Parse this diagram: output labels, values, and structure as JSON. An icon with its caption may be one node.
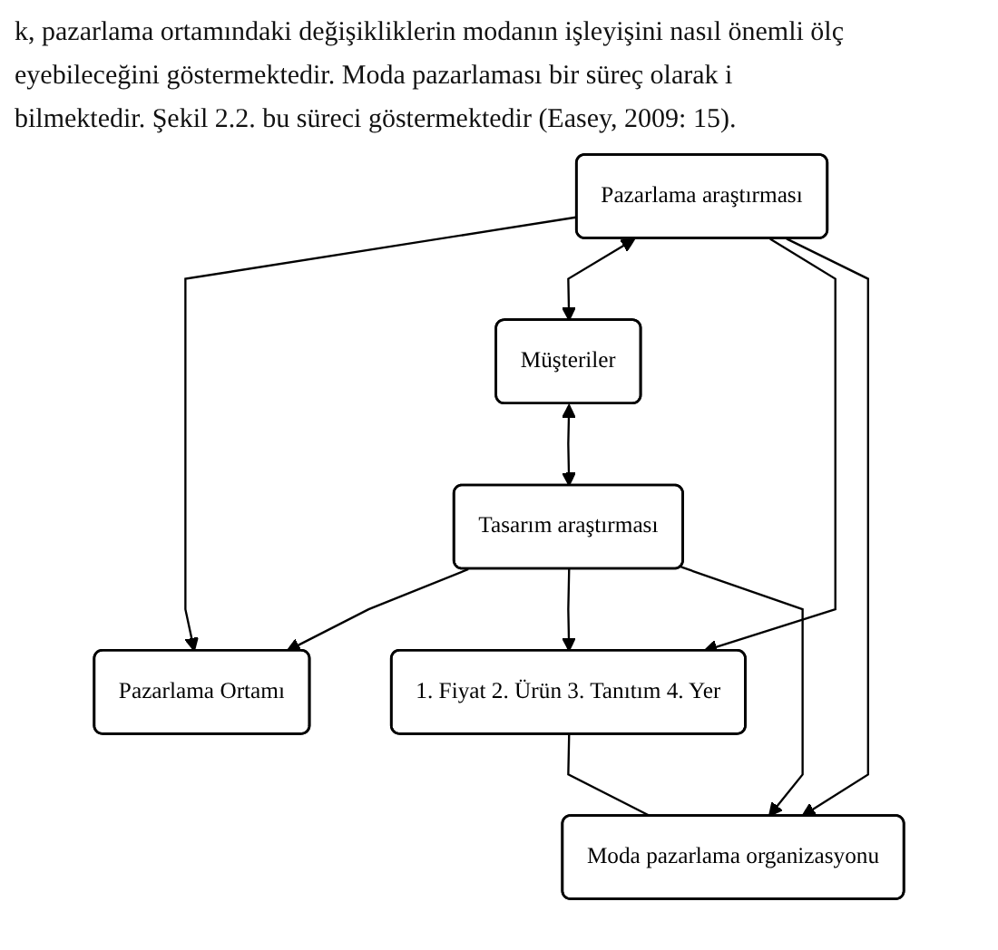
{
  "diagram": {
    "nodes": [
      {
        "text": [
          "Pazarlama Ortamı"
        ]
      },
      {
        "text": [
          "Pazarlama araştırması"
        ]
      },
      {
        "text": [
          "Müşteriler"
        ]
      },
      {
        "text": [
          "Tasarım araştırması"
        ]
      },
      {
        "text": [
          "1. Fiyat 2. Ürün 3. Tanıtım 4. Yer"
        ]
      },
      {
        "text": [
          "Moda pazarlama organizasyonu"
        ]
      }
    ],
    "edges": [
      {
        "from": 1,
        "to": 0,
        "arrow": "to"
      },
      {
        "from": 3,
        "to": 0,
        "arrow": "to"
      },
      {
        "from": 1,
        "to": 2,
        "arrow": "both"
      },
      {
        "from": 2,
        "to": 3,
        "arrow": "both"
      },
      {
        "from": 1,
        "to": 4,
        "arrow": "to"
      },
      {
        "from": 1,
        "to": 5,
        "arrow": "to"
      },
      {
        "from": 3,
        "to": 4,
        "arrow": "to"
      },
      {
        "from": 3,
        "to": 5,
        "arrow": "to"
      },
      {
        "from": 4,
        "to": 5,
        "arrow": "none"
      }
    ],
    "labels": [
      "k, pazarlama ortamındaki değişikliklerin modanın işleyişini nasıl önemli ölç",
      "eyebileceğini göstermektedir. Moda pazarlaması bir süreç olarak i",
      "bilmektedir. Şekil 2.2. bu süreci göstermektedir (Easey, 2009: 15)."
    ]
  }
}
